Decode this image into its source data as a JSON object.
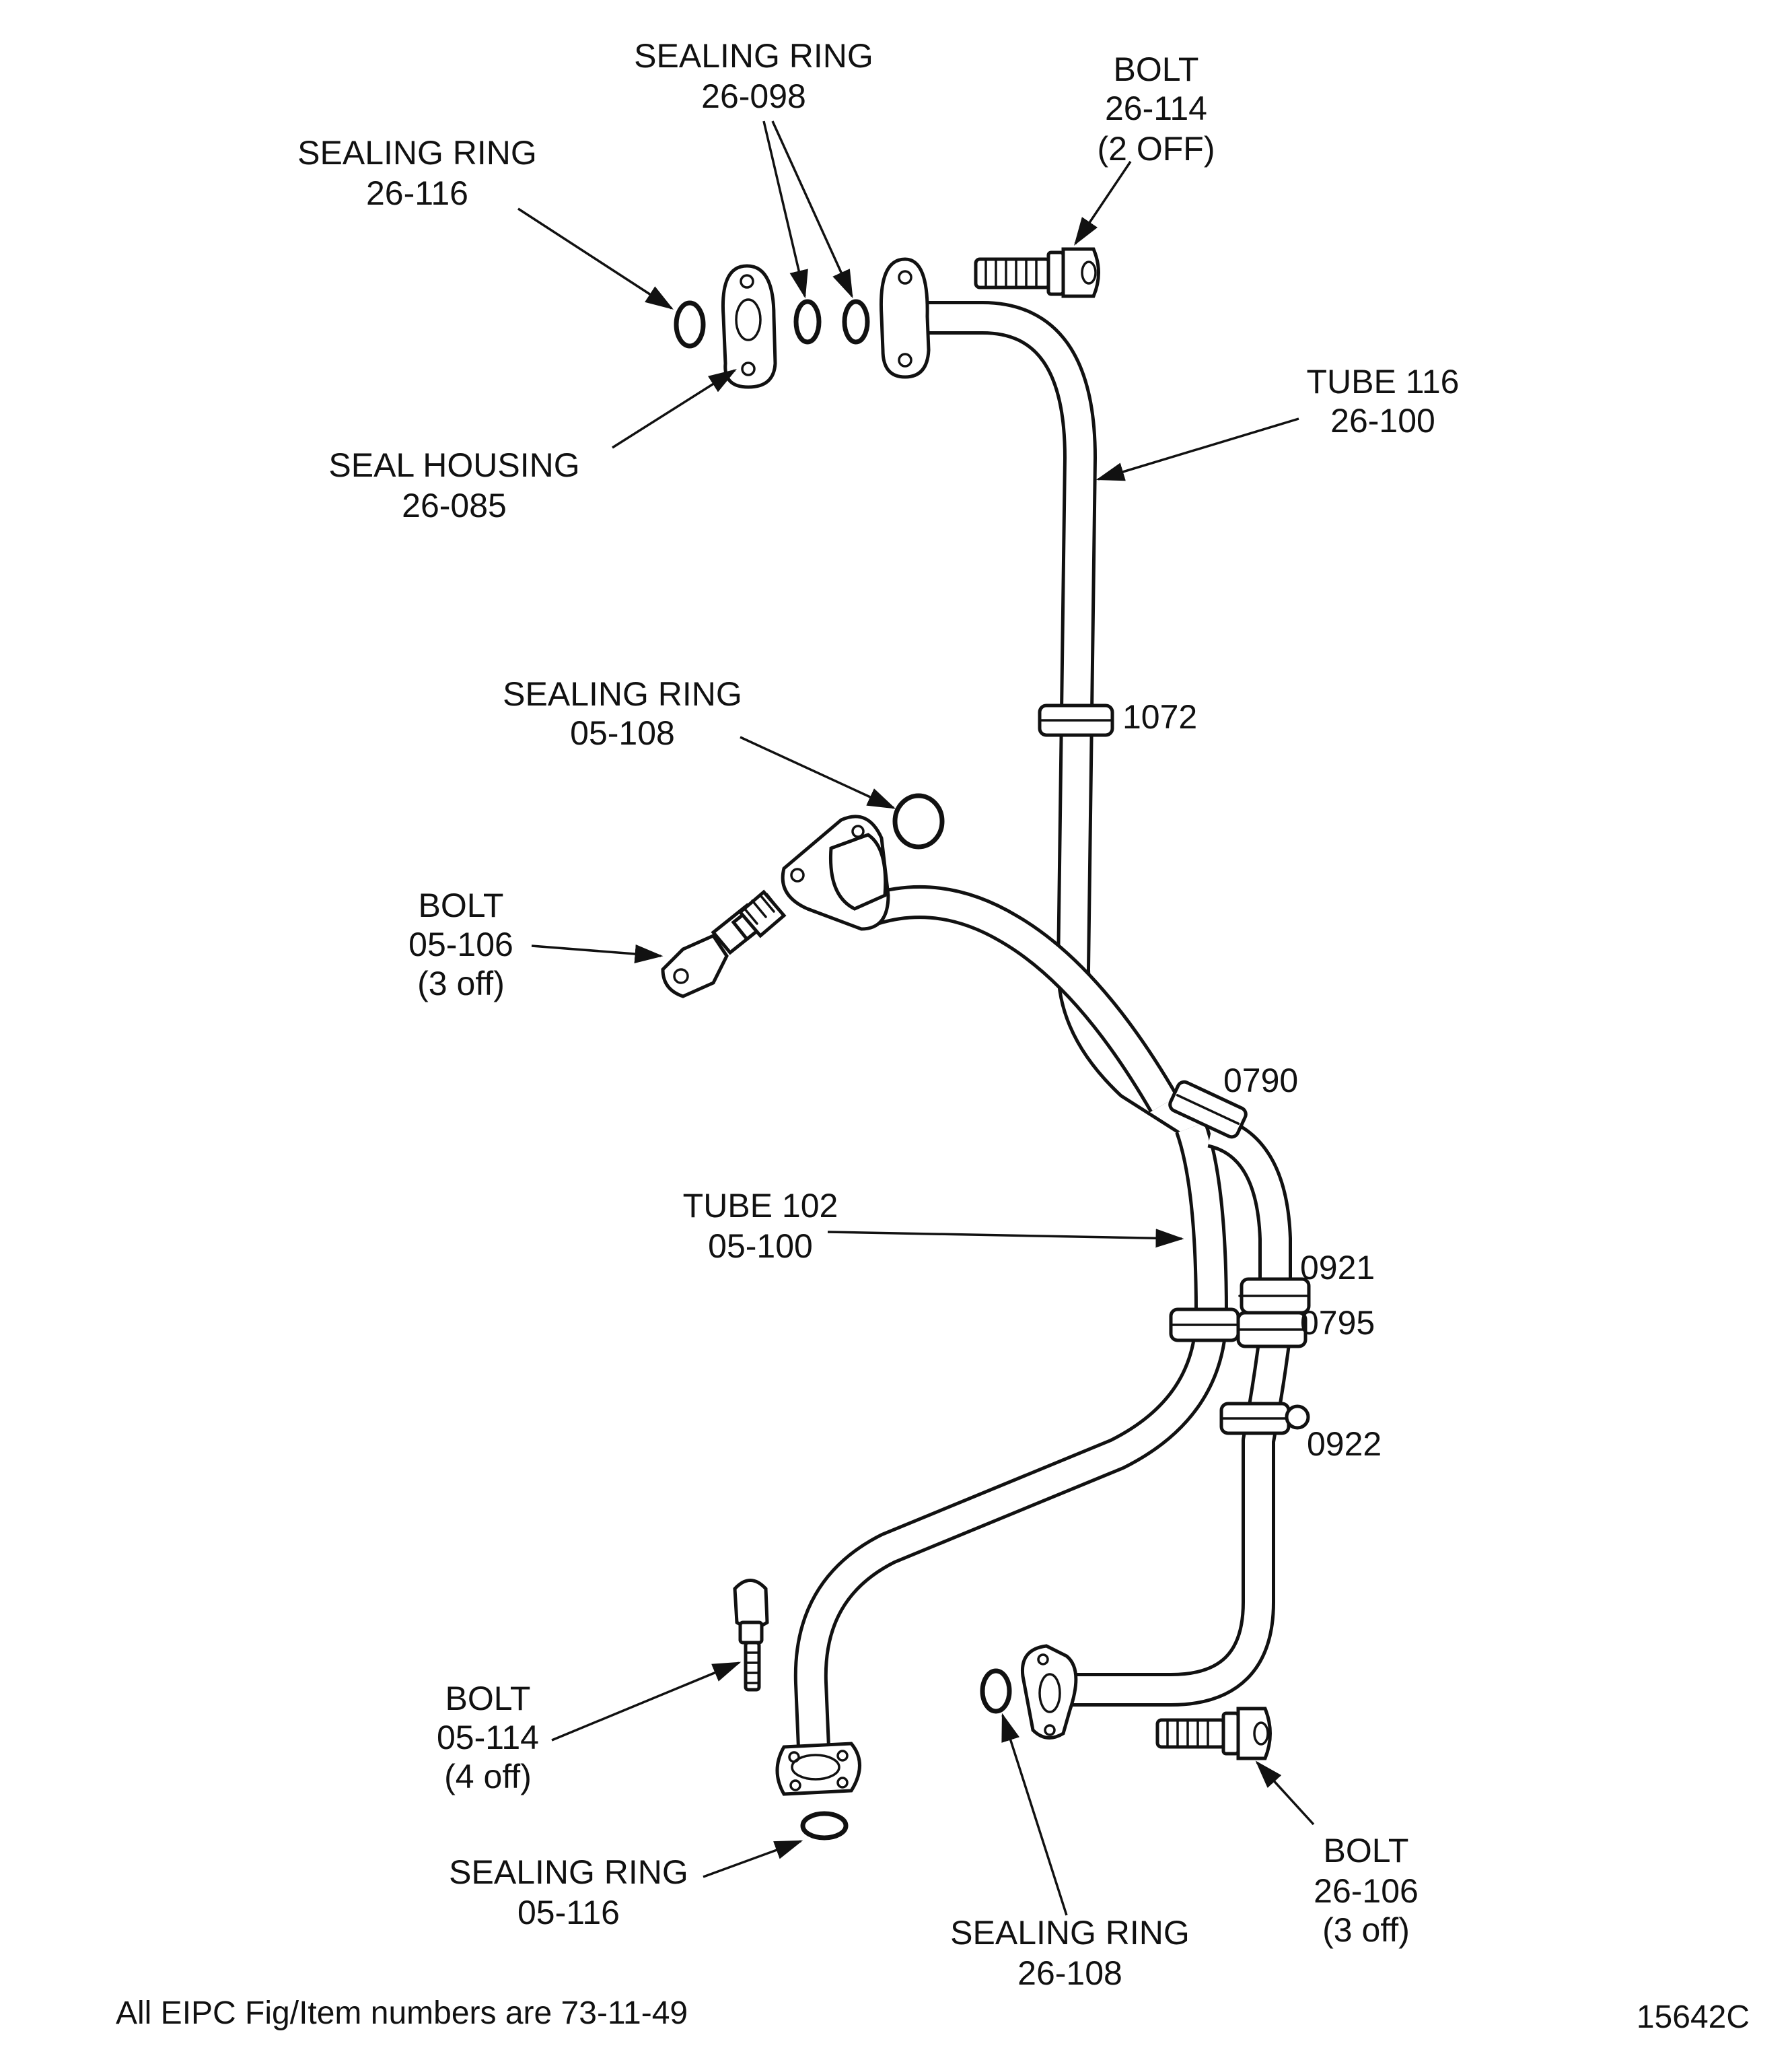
{
  "figure_id": "15642C",
  "footnote": "All EIPC Fig/Item numbers are 73-11-49",
  "callouts": {
    "sealing_ring_26_116": [
      "SEALING RING",
      "26-116"
    ],
    "sealing_ring_26_098": [
      "SEALING RING",
      "26-098"
    ],
    "bolt_26_114": [
      "BOLT",
      "26-114",
      "(2 OFF)"
    ],
    "tube_116": [
      "TUBE 116",
      "26-100"
    ],
    "seal_housing": [
      "SEAL HOUSING",
      "26-085"
    ],
    "clamp_1072": [
      "1072"
    ],
    "sealing_ring_05_108": [
      "SEALING RING",
      "05-108"
    ],
    "bolt_05_106": [
      "BOLT",
      "05-106",
      "(3 off)"
    ],
    "clamp_0790": [
      "0790"
    ],
    "tube_102": [
      "TUBE 102",
      "05-100"
    ],
    "clamp_0921": [
      "0921"
    ],
    "clamp_0795": [
      "0795"
    ],
    "clamp_0922": [
      "0922"
    ],
    "bolt_05_114": [
      "BOLT",
      "05-114",
      "(4 off)"
    ],
    "sealing_ring_05_116": [
      "SEALING RING",
      "05-116"
    ],
    "sealing_ring_26_108": [
      "SEALING RING",
      "26-108"
    ],
    "bolt_26_106": [
      "BOLT",
      "26-106",
      "(3 off)"
    ]
  }
}
